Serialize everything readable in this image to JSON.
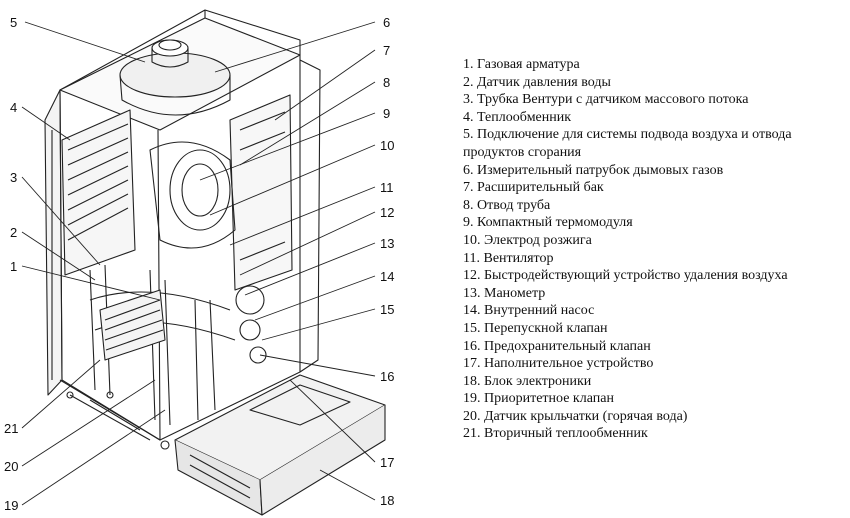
{
  "diagram": {
    "callouts": [
      {
        "id": 1,
        "label": "1"
      },
      {
        "id": 2,
        "label": "2"
      },
      {
        "id": 3,
        "label": "3"
      },
      {
        "id": 4,
        "label": "4"
      },
      {
        "id": 5,
        "label": "5"
      },
      {
        "id": 6,
        "label": "6"
      },
      {
        "id": 7,
        "label": "7"
      },
      {
        "id": 8,
        "label": "8"
      },
      {
        "id": 9,
        "label": "9"
      },
      {
        "id": 10,
        "label": "10"
      },
      {
        "id": 11,
        "label": "11"
      },
      {
        "id": 12,
        "label": "12"
      },
      {
        "id": 13,
        "label": "13"
      },
      {
        "id": 14,
        "label": "14"
      },
      {
        "id": 15,
        "label": "15"
      },
      {
        "id": 16,
        "label": "16"
      },
      {
        "id": 17,
        "label": "17"
      },
      {
        "id": 18,
        "label": "18"
      },
      {
        "id": 19,
        "label": "19"
      },
      {
        "id": 20,
        "label": "20"
      },
      {
        "id": 21,
        "label": "21"
      }
    ]
  },
  "legend": {
    "items": [
      "1. Газовая арматура",
      "2. Датчик давления воды",
      "3. Трубка Вентури с датчиком массового потока",
      "4. Теплообменник",
      "5. Подключение для системы подвода воздуха и отвода продуктов сгорания",
      "6. Измерительный патрубок дымовых газов",
      "7. Расширительный бак",
      "8. Отвод труба",
      "9. Компактный термомодуля",
      "10. Электрод розжига",
      "11. Вентилятор",
      "12. Быстродействующий устройство удаления воздуха",
      "13. Манометр",
      "14. Внутренний насос",
      "15. Перепускной клапан",
      "16. Предохранительный клапан",
      "17. Наполнительное устройство",
      "18. Блок электроники",
      "19. Приоритетное клапан",
      "20. Датчик крыльчатки (горячая вода)",
      "21. Вторичный теплообменник"
    ]
  }
}
